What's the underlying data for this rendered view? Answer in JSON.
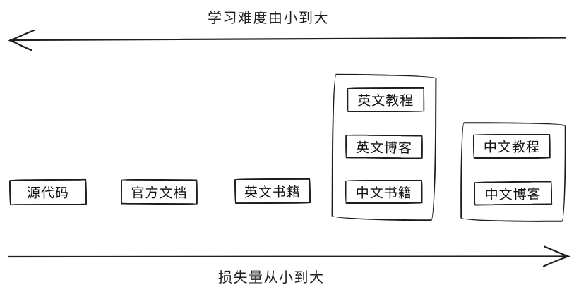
{
  "diagram": {
    "top_axis": {
      "label": "学习难度由小到大",
      "direction": "left",
      "icon": "arrow-left-icon"
    },
    "bottom_axis": {
      "label": "损失量从小到大",
      "direction": "right",
      "icon": "arrow-right-icon"
    },
    "standalone_items": [
      {
        "label": "源代码"
      },
      {
        "label": "官方文档"
      },
      {
        "label": "英文书籍"
      }
    ],
    "groups": [
      {
        "items": [
          {
            "label": "英文教程"
          },
          {
            "label": "英文博客"
          },
          {
            "label": "中文书籍"
          }
        ]
      },
      {
        "items": [
          {
            "label": "中文教程"
          },
          {
            "label": "中文博客"
          }
        ]
      }
    ],
    "colors": {
      "stroke": "#1c1c1c",
      "background": "#ffffff",
      "text": "#111111"
    }
  }
}
